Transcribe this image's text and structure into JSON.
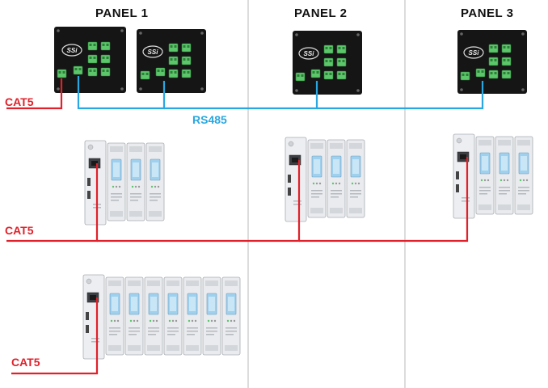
{
  "panels": [
    {
      "title": "PANEL 1"
    },
    {
      "title": "PANEL 2"
    },
    {
      "title": "PANEL 3"
    }
  ],
  "wires": {
    "cat5_label": "CAT5",
    "rs485_label": "RS485",
    "cat5_color": "#e0202a",
    "rs485_color": "#2aa7e0"
  },
  "brand_logo": "SSi",
  "colors": {
    "divider": "#b8b8b8",
    "board": "#151515",
    "terminal": "#5cc66a",
    "module_body": "#e9ebee",
    "module_window": "#9fd0ee"
  }
}
